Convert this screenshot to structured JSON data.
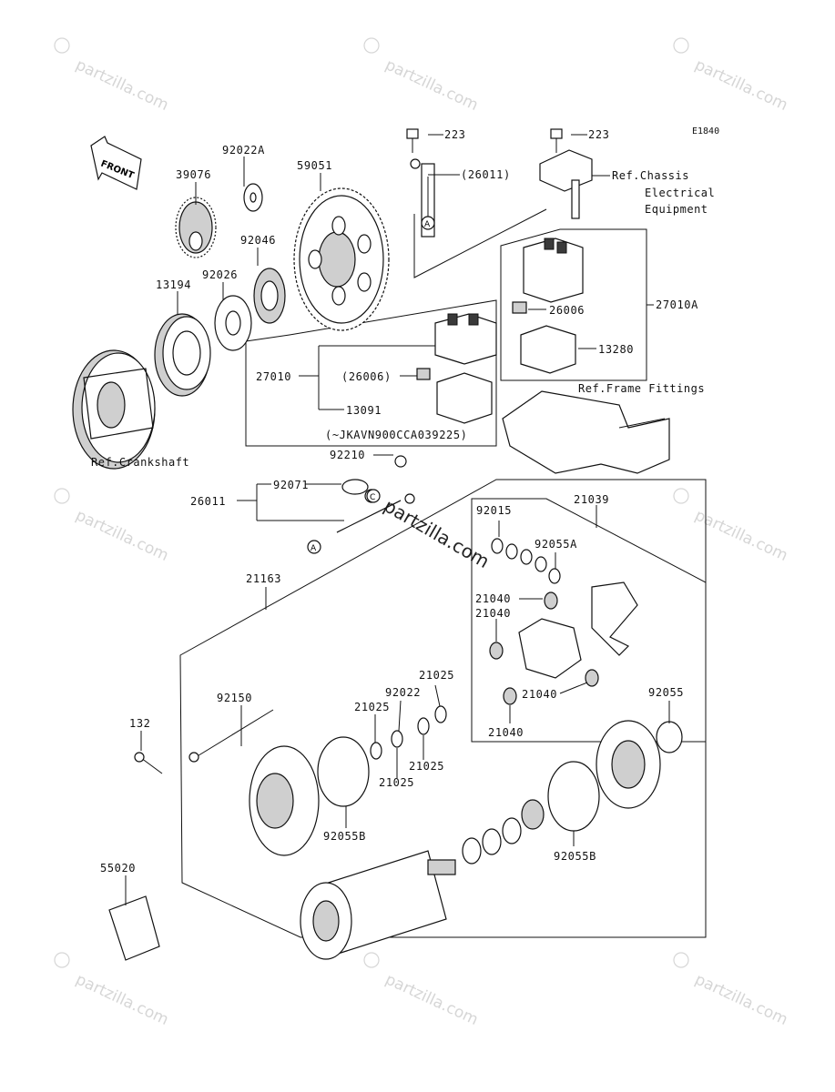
{
  "diagram_code": "E1840",
  "front_label": "FRONT",
  "watermark": "partzilla.com",
  "watermark_brand": "© partzilla.com",
  "parts": {
    "p223_a": "223",
    "p223_b": "223",
    "p26011_paren": "(26011)",
    "p26011": "26011",
    "p92022a": "92022A",
    "p39076": "39076",
    "p59051": "59051",
    "p92046": "92046",
    "p92026": "92026",
    "p13194": "13194",
    "p27010": "27010",
    "p26006_paren": "(26006)",
    "p13091": "13091",
    "serial_note": "(~JKAVN900CCA039225)",
    "p26006": "26006",
    "p27010a": "27010A",
    "p13280": "13280",
    "p92210": "92210",
    "p92071": "92071",
    "p92015": "92015",
    "p21039": "21039",
    "p92055a": "92055A",
    "p21040_1": "21040",
    "p21040_2": "21040",
    "p21040_3": "21040",
    "p21040_4": "21040",
    "p21163": "21163",
    "p21025_1": "21025",
    "p21025_2": "21025",
    "p21025_3": "21025",
    "p21025_4": "21025",
    "p92022": "92022",
    "p92150": "92150",
    "p132": "132",
    "p92055": "92055",
    "p92055b_1": "92055B",
    "p92055b_2": "92055B",
    "p55020": "55020",
    "callout_a1": "A",
    "callout_a2": "A",
    "callout_c": "C"
  },
  "refs": {
    "chassis_1": "Ref.Chassis",
    "chassis_2": "Electrical",
    "chassis_3": "Equipment",
    "frame": "Ref.Frame Fittings",
    "crankshaft": "Ref.Crankshaft"
  }
}
